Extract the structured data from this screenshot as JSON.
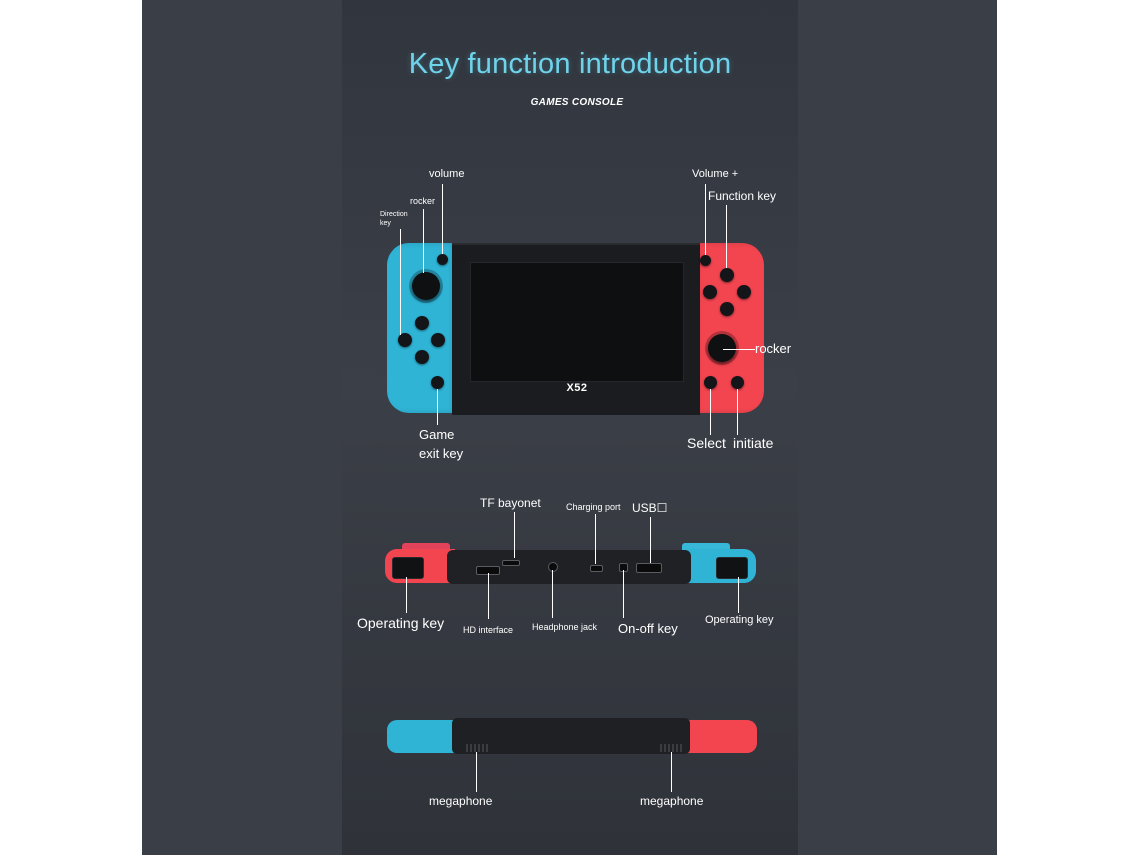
{
  "title": "Key function introduction",
  "subtitle": "GAMES CONSOLE",
  "brand_text": "X52",
  "front_labels": {
    "volume_minus": "volume",
    "rocker_left": "rocker",
    "direction_key_line1": "Direction",
    "direction_key_line2": "key",
    "volume_plus": "Volume +",
    "function_key": "Function key",
    "rocker_right": "rocker",
    "game_exit_line1": "Game",
    "game_exit_line2": "exit key",
    "select": "Select",
    "initiate": "initiate"
  },
  "top_labels": {
    "tf_bayonet": "TF bayonet",
    "charging_port": "Charging port",
    "usb": "USB☐",
    "operating_key_left": "Operating key",
    "hd_interface": "HD interface",
    "headphone_jack": "Headphone jack",
    "on_off_key": "On-off key",
    "operating_key_right": "Operating key"
  },
  "bottom_labels": {
    "megaphone_left": "megaphone",
    "megaphone_right": "megaphone"
  },
  "colors": {
    "panel_bg": "#3b3f47",
    "title": "#6fd3ea",
    "joycon_blue": "#2fb4d6",
    "joycon_red": "#f24550",
    "console_body": "#1b1c1f"
  }
}
